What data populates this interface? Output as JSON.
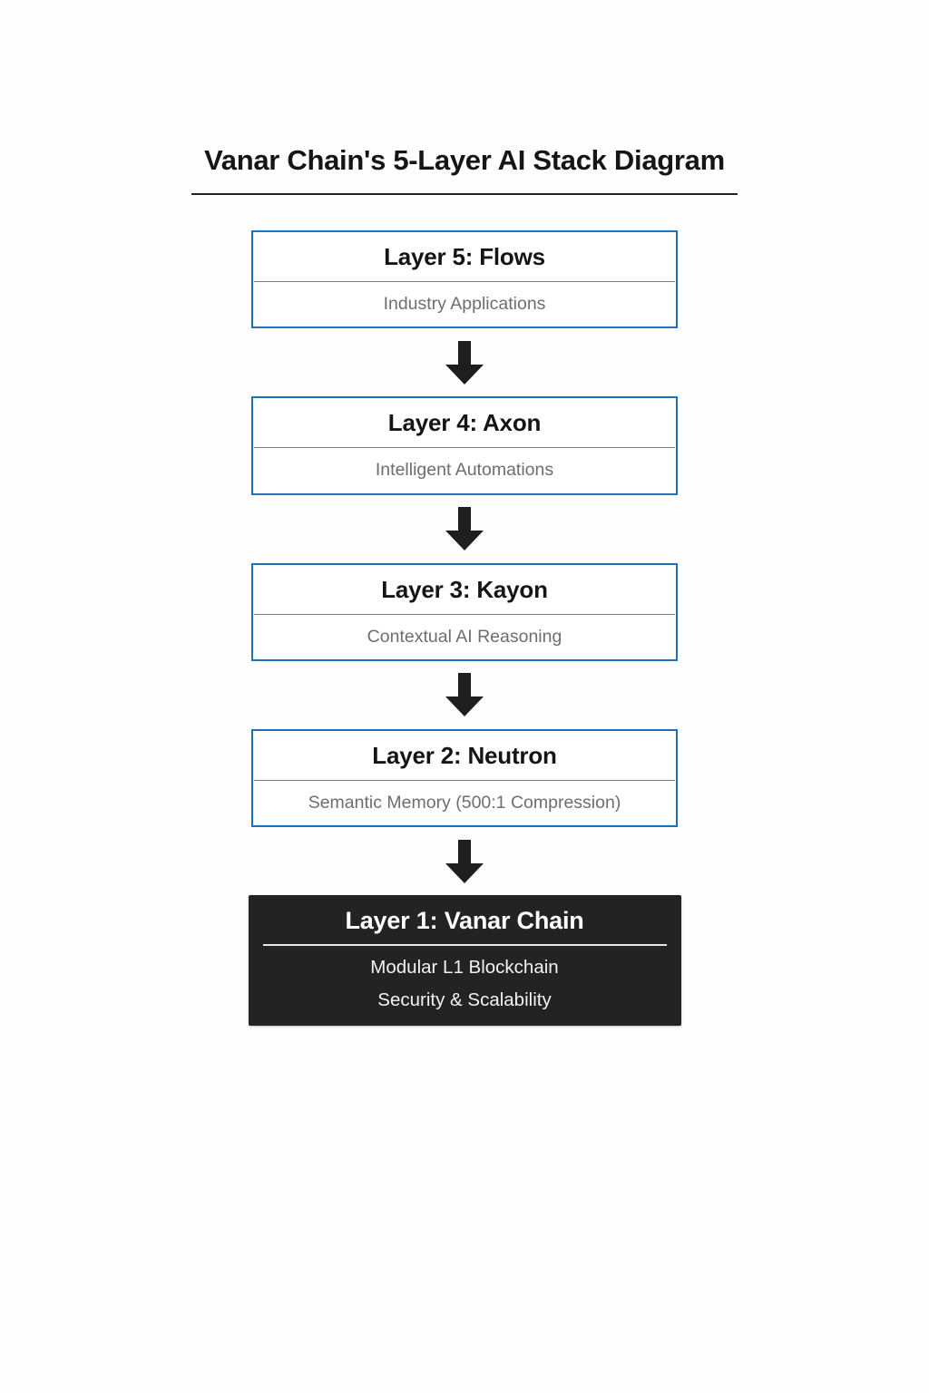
{
  "diagram": {
    "title": "Vanar Chain's 5-Layer AI Stack Diagram",
    "accent_color": "#1f6fc0",
    "base_color": "#232323",
    "subtitle_color": "#6e6e6e",
    "arrow_icon": "arrow-down-icon",
    "layers": [
      {
        "title": "Layer 5: Flows",
        "subtitles": [
          "Industry Applications"
        ],
        "style": "outlined"
      },
      {
        "title": "Layer 4: Axon",
        "subtitles": [
          "Intelligent Automations"
        ],
        "style": "outlined"
      },
      {
        "title": "Layer 3: Kayon",
        "subtitles": [
          "Contextual AI Reasoning"
        ],
        "style": "outlined"
      },
      {
        "title": "Layer 2: Neutron",
        "subtitles": [
          "Semantic Memory (500:1 Compression)"
        ],
        "style": "outlined"
      },
      {
        "title": "Layer 1: Vanar Chain",
        "subtitles": [
          "Modular L1 Blockchain",
          "Security & Scalability"
        ],
        "style": "filled-dark"
      }
    ]
  }
}
